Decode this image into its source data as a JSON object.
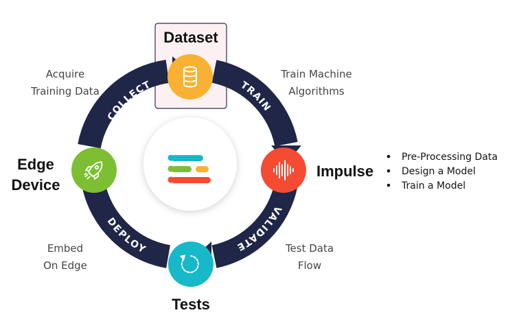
{
  "nodes": {
    "dataset": {
      "title": "Dataset",
      "color": "#f8b133"
    },
    "impulse": {
      "title": "Impulse",
      "color": "#f44b32"
    },
    "tests": {
      "title": "Tests",
      "color": "#17b8c8"
    },
    "edge": {
      "title_line1": "Edge",
      "title_line2": "Device",
      "color": "#7cbf32"
    }
  },
  "arcs": {
    "collect": "COLLECT",
    "train": "TRAIN",
    "validate": "VALIDATE",
    "deploy": "DEPLOY",
    "color": "#1f2647"
  },
  "captions": {
    "acquire": {
      "line1": "Acquire",
      "line2": "Training Data"
    },
    "train_ml": {
      "line1": "Train Machine",
      "line2": "Algorithms"
    },
    "test_flow": {
      "line1": "Test Data",
      "line2": "Flow"
    },
    "embed": {
      "line1": "Embed",
      "line2": "On Edge"
    }
  },
  "impulse_steps": [
    "Pre-Processing Data",
    "Design a Model",
    "Train a Model"
  ],
  "icons": {
    "dataset": "database-icon",
    "impulse": "audio-wave-icon",
    "tests": "refresh-icon",
    "edge": "rocket-icon",
    "center": "logo-icon"
  }
}
